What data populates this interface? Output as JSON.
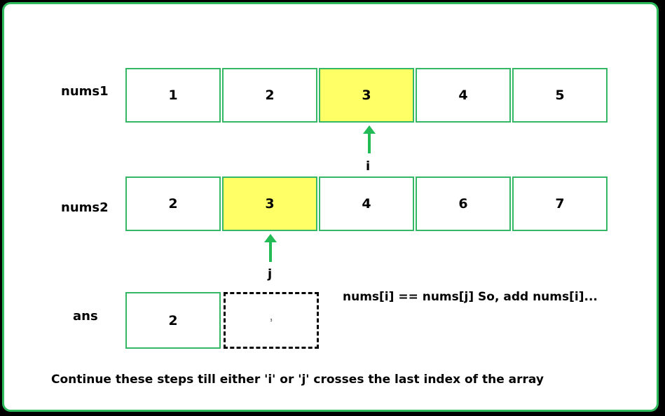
{
  "nums1": {
    "label": "nums1",
    "values": [
      "1",
      "2",
      "3",
      "4",
      "5"
    ],
    "highlight_index": 2
  },
  "nums2": {
    "label": "nums2",
    "values": [
      "2",
      "3",
      "4",
      "6",
      "7"
    ],
    "highlight_index": 1
  },
  "ans": {
    "label": "ans",
    "values": [
      "2",
      "3"
    ]
  },
  "pointers": {
    "i": "i",
    "j": "j"
  },
  "note": "nums[i] == nums[j] So, add nums[i]...",
  "footer": "Continue these steps till either 'i' or 'j' crosses the last index of the array",
  "colors": {
    "border": "#34b866",
    "highlight": "#ffff66",
    "arrow": "#22bb55"
  }
}
